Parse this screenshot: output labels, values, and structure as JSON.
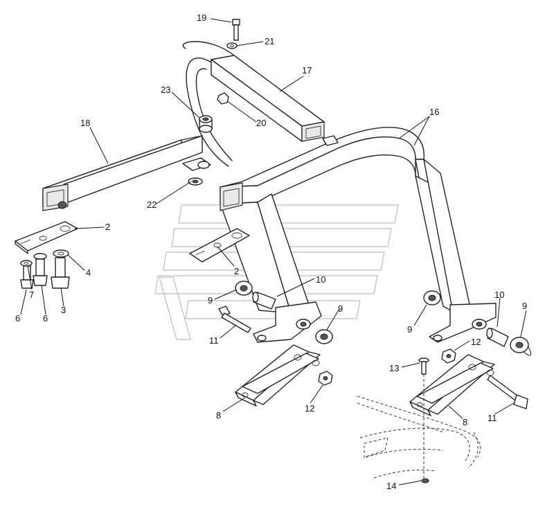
{
  "callouts": [
    {
      "id": "c19",
      "text": "19"
    },
    {
      "id": "c21",
      "text": "21"
    },
    {
      "id": "c17",
      "text": "17"
    },
    {
      "id": "c23",
      "text": "23"
    },
    {
      "id": "c20",
      "text": "20"
    },
    {
      "id": "c16",
      "text": "16"
    },
    {
      "id": "c18",
      "text": "18"
    },
    {
      "id": "c22",
      "text": "22"
    },
    {
      "id": "c2a",
      "text": "2"
    },
    {
      "id": "c2b",
      "text": "2"
    },
    {
      "id": "c4",
      "text": "4"
    },
    {
      "id": "c7",
      "text": "7"
    },
    {
      "id": "c6a",
      "text": "6"
    },
    {
      "id": "c6b",
      "text": "6"
    },
    {
      "id": "c3",
      "text": "3"
    },
    {
      "id": "c10a",
      "text": "10"
    },
    {
      "id": "c9a",
      "text": "9"
    },
    {
      "id": "c9b",
      "text": "9"
    },
    {
      "id": "c11a",
      "text": "11"
    },
    {
      "id": "c9c",
      "text": "9"
    },
    {
      "id": "c10b",
      "text": "10"
    },
    {
      "id": "c9d",
      "text": "9"
    },
    {
      "id": "c12a",
      "text": "12"
    },
    {
      "id": "c13",
      "text": "13"
    },
    {
      "id": "c12b",
      "text": "12"
    },
    {
      "id": "c8a",
      "text": "8"
    },
    {
      "id": "c8b",
      "text": "8"
    },
    {
      "id": "c11b",
      "text": "11"
    },
    {
      "id": "c14",
      "text": "14"
    }
  ]
}
